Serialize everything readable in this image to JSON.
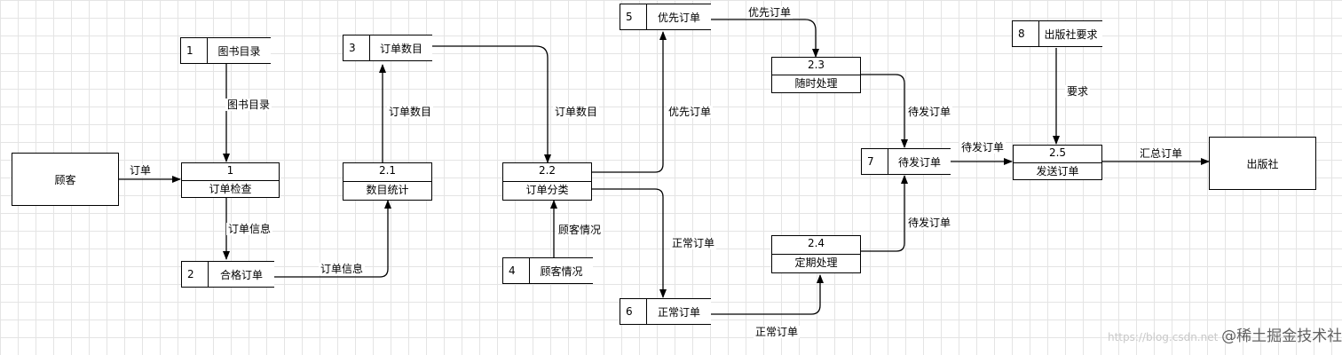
{
  "entities": {
    "customer": "顾客",
    "publisher": "出版社"
  },
  "processes": [
    {
      "id": "1",
      "name": "订单检查"
    },
    {
      "id": "2.1",
      "name": "数目统计"
    },
    {
      "id": "2.2",
      "name": "订单分类"
    },
    {
      "id": "2.3",
      "name": "随时处理"
    },
    {
      "id": "2.4",
      "name": "定期处理"
    },
    {
      "id": "2.5",
      "name": "发送订单"
    }
  ],
  "stores": [
    {
      "id": "1",
      "name": "图书目录"
    },
    {
      "id": "2",
      "name": "合格订单"
    },
    {
      "id": "3",
      "name": "订单数目"
    },
    {
      "id": "4",
      "name": "顾客情况"
    },
    {
      "id": "5",
      "name": "优先订单"
    },
    {
      "id": "6",
      "name": "正常订单"
    },
    {
      "id": "7",
      "name": "待发订单"
    },
    {
      "id": "8",
      "name": "出版社要求"
    }
  ],
  "flows": {
    "customer_to_check": "订单",
    "catalog_to_check": "图书目录",
    "check_to_qualified": "订单信息",
    "qualified_to_stats": "订单信息",
    "stats_to_count": "订单数目",
    "count_to_classify": "订单数目",
    "cust_info_to_classify": "顾客情况",
    "classify_to_priority": "优先订单",
    "classify_to_normal": "正常订单",
    "priority_to_anytime": "优先订单",
    "anytime_to_pending": "待发订单",
    "normal_to_periodic": "正常订单",
    "periodic_to_pending": "待发订单",
    "pending_to_send": "待发订单",
    "req_to_send": "要求",
    "send_to_publisher": "汇总订单"
  },
  "watermark": {
    "brand": "@稀土掘金技术社区",
    "faint": "https://blog.csdn.net"
  }
}
